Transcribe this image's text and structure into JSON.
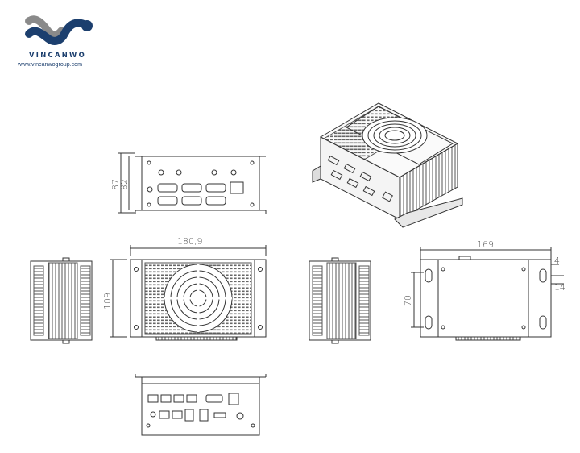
{
  "logo": {
    "brand": "VINCANWO",
    "url": "www.vincanwogroup.com",
    "mark_colors": {
      "blue": "#1c3f6e",
      "gray": "#8a8a8a"
    }
  },
  "dimensions": {
    "height_87": "87",
    "height_82": "82",
    "width_180_9": "180,9",
    "depth_109": "109",
    "width_169": "169",
    "flange_4": "4",
    "slot_14": "14",
    "slot_70": "70"
  },
  "colors": {
    "line": "#333333",
    "dim": "#555555"
  }
}
